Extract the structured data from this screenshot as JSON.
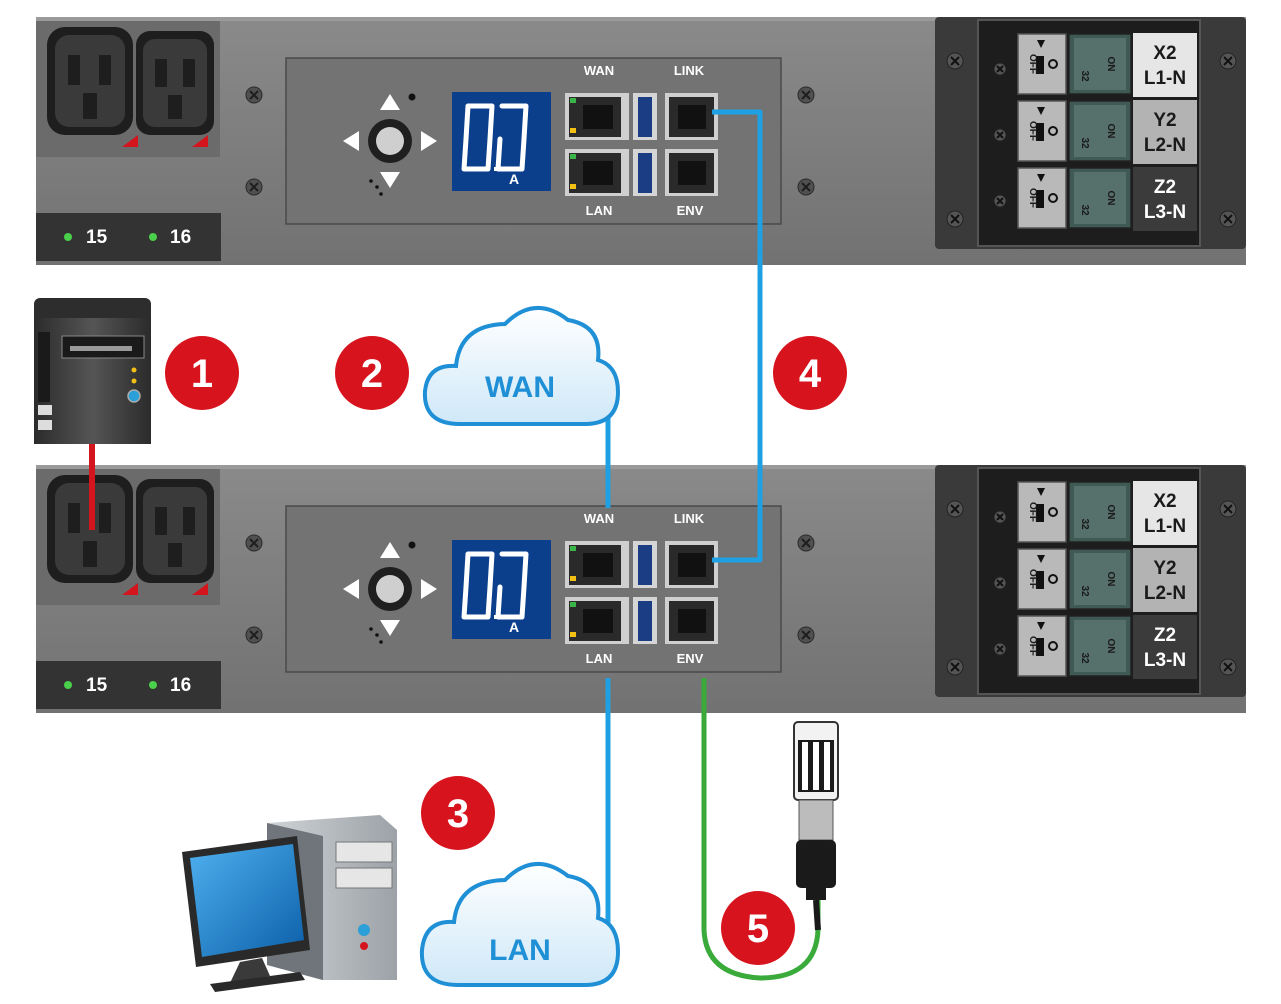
{
  "pdu_units": [
    {
      "id": "top",
      "port_labels": {
        "wan": "WAN",
        "link": "LINK",
        "lan": "LAN",
        "env": "ENV"
      },
      "display_unit": "A",
      "outlets": [
        "15",
        "16"
      ],
      "breakers": [
        {
          "off": "OFF",
          "on": "ON",
          "rating": "32",
          "zone": "X2",
          "phase": "L1-N",
          "color": "#e6e6e6",
          "text_color": "#111111"
        },
        {
          "off": "OFF",
          "on": "ON",
          "rating": "32",
          "zone": "Y2",
          "phase": "L2-N",
          "color": "#b3b3b3",
          "text_color": "#111111"
        },
        {
          "off": "OFF",
          "on": "ON",
          "rating": "32",
          "zone": "Z2",
          "phase": "L3-N",
          "color": "#3b3b3b",
          "text_color": "#ffffff"
        }
      ]
    },
    {
      "id": "bottom",
      "port_labels": {
        "wan": "WAN",
        "link": "LINK",
        "lan": "LAN",
        "env": "ENV"
      },
      "display_unit": "A",
      "outlets": [
        "15",
        "16"
      ],
      "breakers": [
        {
          "off": "OFF",
          "on": "ON",
          "rating": "32",
          "zone": "X2",
          "phase": "L1-N",
          "color": "#e6e6e6",
          "text_color": "#111111"
        },
        {
          "off": "OFF",
          "on": "ON",
          "rating": "32",
          "zone": "Y2",
          "phase": "L2-N",
          "color": "#b3b3b3",
          "text_color": "#111111"
        },
        {
          "off": "OFF",
          "on": "ON",
          "rating": "32",
          "zone": "Z2",
          "phase": "L3-N",
          "color": "#3b3b3b",
          "text_color": "#ffffff"
        }
      ]
    }
  ],
  "clouds": {
    "wan": "WAN",
    "lan": "LAN"
  },
  "badges": [
    "1",
    "2",
    "3",
    "4",
    "5"
  ],
  "colors": {
    "network_cable": "#1fa0e3",
    "sensor_cable": "#3aab3a",
    "power_cable": "#d4151d",
    "badge": "#d7141d",
    "display_bg": "#0b3f8c",
    "chassis": "#7c7c7c"
  },
  "icons": [
    "server-icon",
    "desktop-computer-icon",
    "environment-sensor-icon",
    "wan-cloud-icon",
    "lan-cloud-icon"
  ]
}
